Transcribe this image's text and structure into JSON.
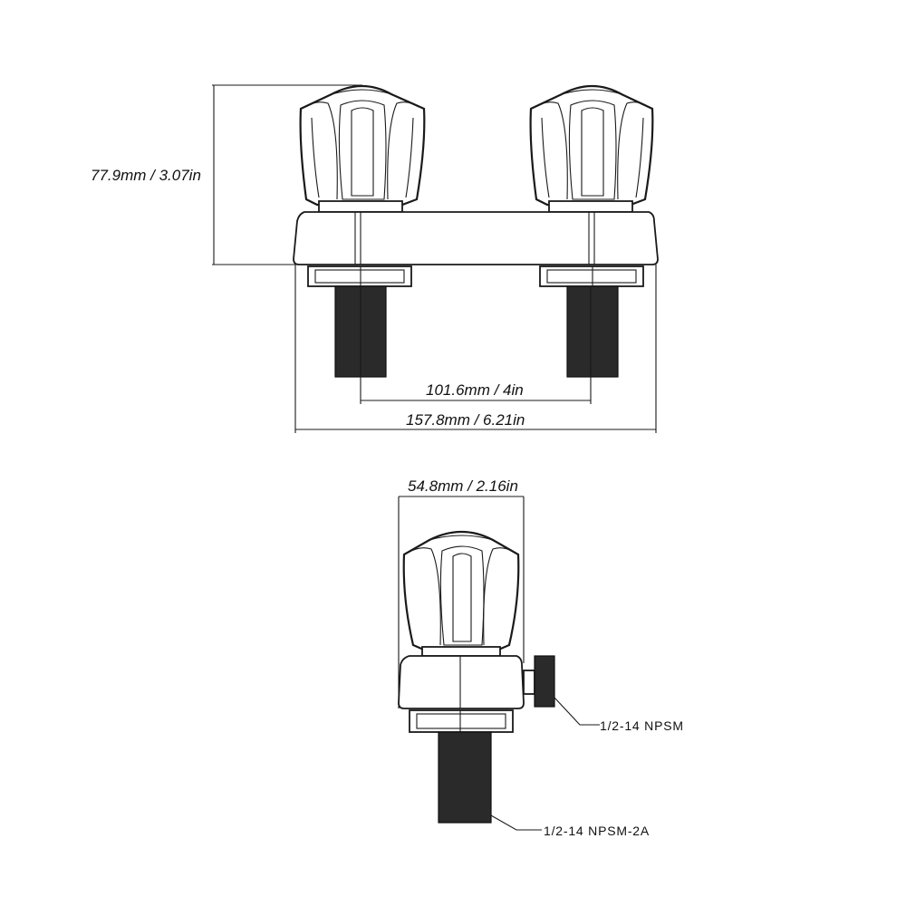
{
  "dimensions": {
    "height": "77.9mm / 3.07in",
    "center_spacing": "101.6mm / 4in",
    "overall_width": "157.8mm / 6.21in",
    "side_width": "54.8mm / 2.16in"
  },
  "callouts": {
    "side_inlet": "1/2-14 NPSM",
    "bottom_shank": "1/2-14 NPSM-2A"
  }
}
